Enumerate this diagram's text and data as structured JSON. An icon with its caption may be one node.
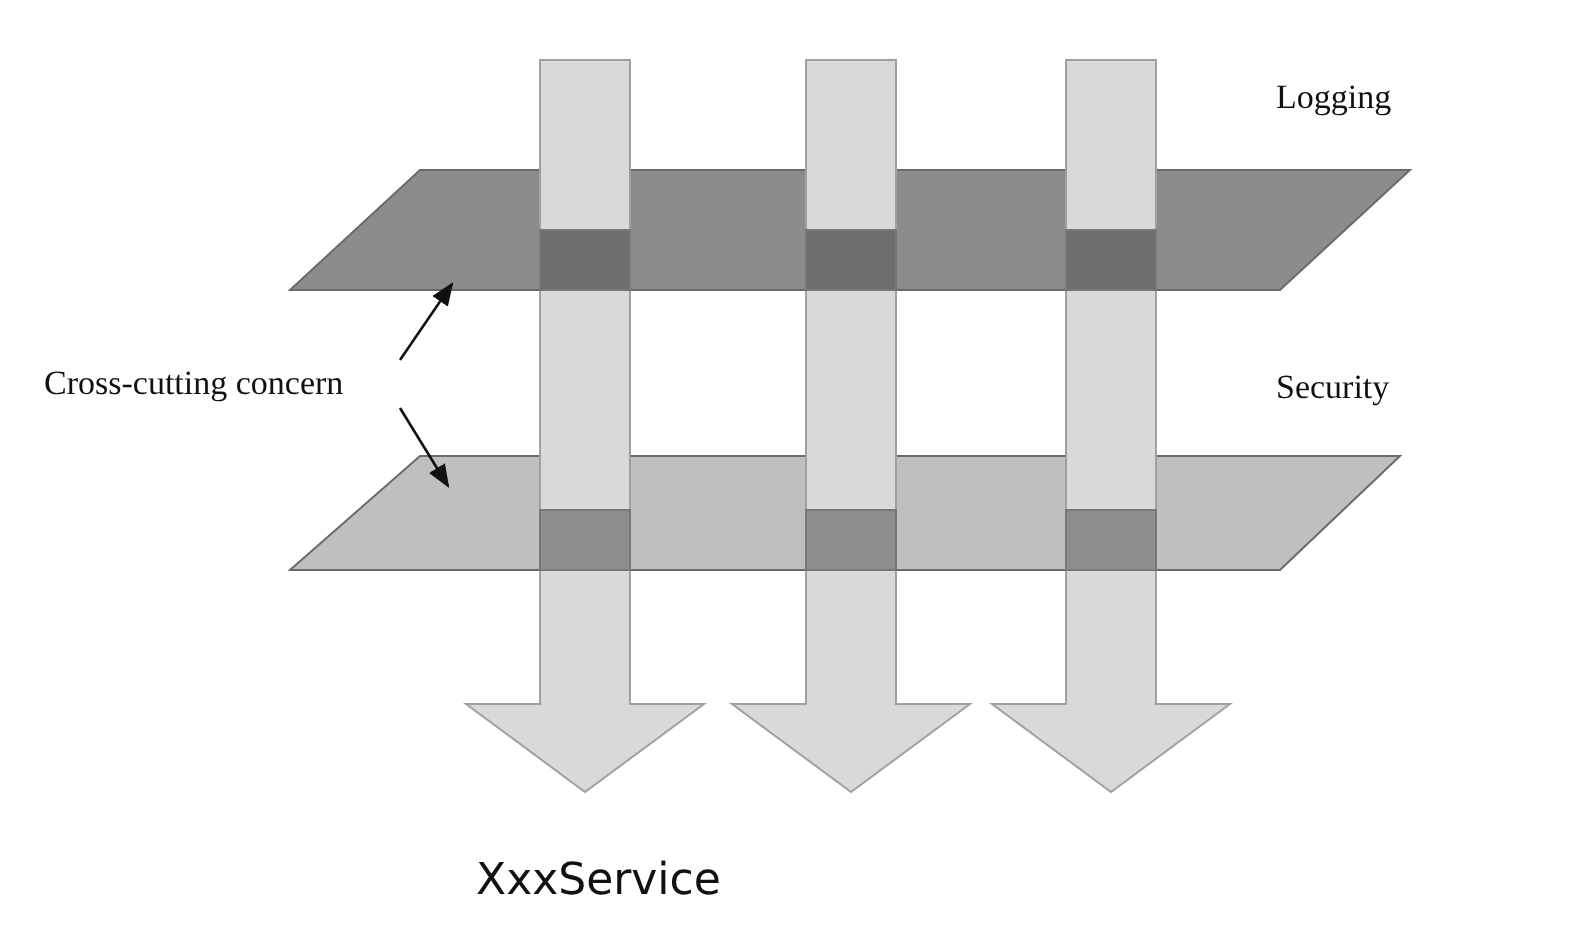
{
  "diagram": {
    "nodes": [
      {
        "text": [
          "Cross-cutting concern"
        ]
      },
      {
        "text": [
          "Logging"
        ]
      },
      {
        "text": [
          "Security"
        ]
      }
    ],
    "edges": [
      {
        "from": 0,
        "to": 1,
        "arrow": "to"
      },
      {
        "from": 0,
        "to": 2,
        "arrow": "to"
      }
    ],
    "labels": [
      "XxxService"
    ]
  }
}
